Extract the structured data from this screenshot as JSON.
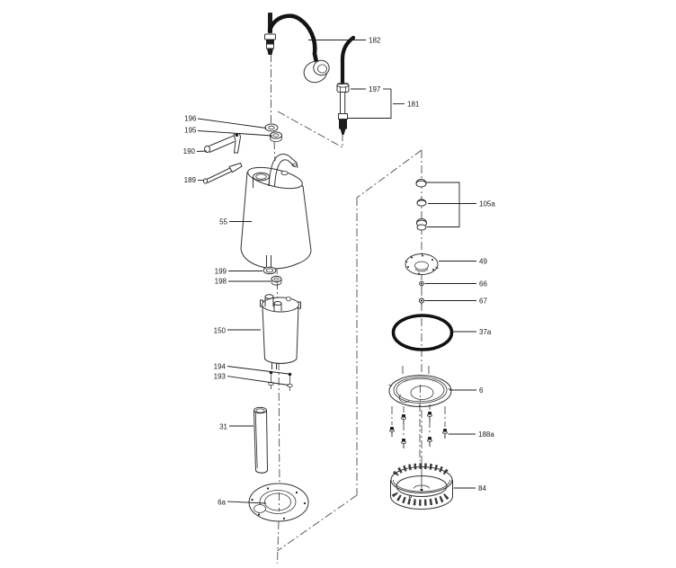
{
  "diagram": {
    "kind": "exploded-parts-diagram",
    "subject": "submersible-pump"
  },
  "colors": {
    "background": "#ffffff",
    "line": "#333333",
    "ink": "#1a1a1a",
    "cable": "#141414"
  },
  "callouts": {
    "182": "182",
    "197": "197",
    "181": "181",
    "196": "196",
    "195": "195",
    "190": "190",
    "189": "189",
    "55": "55",
    "199": "199",
    "198": "198",
    "150": "150",
    "194": "194",
    "193": "193",
    "31": "31",
    "6a": "6a",
    "105a": "105a",
    "49": "49",
    "66": "66",
    "67": "67",
    "37a": "37a",
    "6": "6",
    "188a": "188a",
    "84": "84"
  }
}
